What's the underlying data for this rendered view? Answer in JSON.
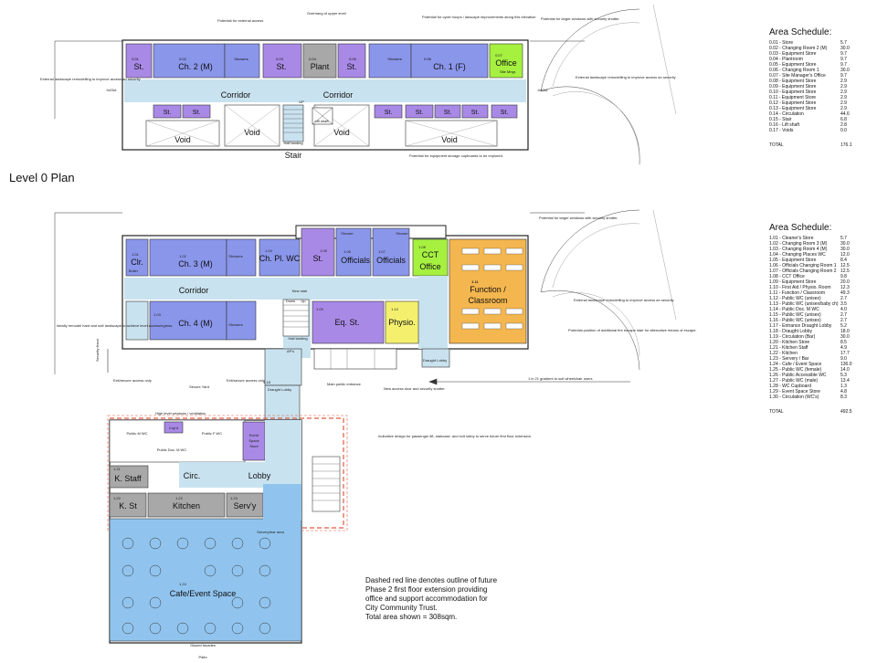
{
  "level0": {
    "title": "Level 0 Plan",
    "rooms": [
      {
        "id": "st1",
        "label": "St.",
        "num": "0.01"
      },
      {
        "id": "ch2",
        "label": "Ch. 2 (M)",
        "num": "0.02"
      },
      {
        "id": "st3",
        "label": "St.",
        "num": "0.03"
      },
      {
        "id": "plant",
        "label": "Plant",
        "num": "0.04"
      },
      {
        "id": "st5",
        "label": "St.",
        "num": "0.05"
      },
      {
        "id": "ch1",
        "label": "Ch. 1 (F)",
        "num": "0.06"
      },
      {
        "id": "office",
        "label": "Office",
        "num": "0.07",
        "sub": "Site Mngr."
      }
    ],
    "corridor_left": "Corridor",
    "corridor_right": "Corridor",
    "small_stores": [
      "St.",
      "St.",
      "St.",
      "St.",
      "St.",
      "St.",
      "St."
    ],
    "voids": [
      "Void",
      "Void",
      "Void",
      "Void"
    ],
    "stair": "Stair",
    "showers": "Showers",
    "up": "UP",
    "lift": "Lift shaft",
    "half_landing": "Half landing",
    "in_out": "In/Out",
    "notes": [
      "Potential for external access",
      "Overhang of upper level",
      "Potential for cycle hoops / lanscape improvements along this elevation",
      "Potential for larger windows with security shutter.",
      "External landscape remodelling to improve access an security",
      "External landscape remodelling to improve access an security",
      "Potential for equipment storage cupboards to be explored."
    ]
  },
  "schedule0": {
    "title": "Area Schedule:",
    "rows": [
      [
        "0.01 - Store",
        "5.7"
      ],
      [
        "0.02 - Changing Room 2 (M)",
        "30.0"
      ],
      [
        "0.03 - Equipment Store",
        "9.7"
      ],
      [
        "0.04 - Plantroom",
        "9.7"
      ],
      [
        "0.05 - Equipment Store",
        "9.7"
      ],
      [
        "0.06 - Changing Room 1",
        "30.0"
      ],
      [
        "0.07 - Site Manager's Office",
        "9.7"
      ],
      [
        "0.08 - Equipment Store",
        "2.9"
      ],
      [
        "0.09 - Equipment Store",
        "2.9"
      ],
      [
        "0.10 - Equipment Store",
        "2.9"
      ],
      [
        "0.11 - Equipment Store",
        "2.9"
      ],
      [
        "0.12 - Equipment Store",
        "2.9"
      ],
      [
        "0.13 - Equipment Store",
        "2.9"
      ],
      [
        "0.14 - Circulation",
        "44.6"
      ],
      [
        "0.15 - Stair",
        "6.8"
      ],
      [
        "0.16 - Lift shaft",
        "2.8"
      ],
      [
        "0.17 - Voids",
        "0.0"
      ]
    ],
    "total_label": "TOTAL",
    "total": "176.1"
  },
  "level1": {
    "rooms": [
      {
        "id": "clr",
        "label": "Clr.",
        "num": "1.01"
      },
      {
        "id": "ch3",
        "label": "Ch. 3 (M)",
        "num": "1.02"
      },
      {
        "id": "ch4",
        "label": "Ch. 4 (M)",
        "num": "1.03"
      },
      {
        "id": "chpl",
        "label": "Ch. Pl. WC",
        "num": "1.04"
      },
      {
        "id": "st105",
        "label": "St.",
        "num": "1.05"
      },
      {
        "id": "off1",
        "label": "Officials",
        "num": "1.06"
      },
      {
        "id": "off2",
        "label": "Officials",
        "num": "1.07"
      },
      {
        "id": "cct",
        "label": "CCT Office",
        "num": "1.08"
      },
      {
        "id": "eqst",
        "label": "Eq. St.",
        "num": "1.09"
      },
      {
        "id": "physio",
        "label": "Physio.",
        "num": "1.10"
      },
      {
        "id": "func",
        "label": "Function / Classroom",
        "num": "1.11"
      },
      {
        "id": "kstaff",
        "label": "K. Staff",
        "num": "1.21"
      },
      {
        "id": "kst",
        "label": "K. St",
        "num": "1.20"
      },
      {
        "id": "kitchen",
        "label": "Kitchen",
        "num": "1.22"
      },
      {
        "id": "servy",
        "label": "Serv'y",
        "num": "1.23"
      },
      {
        "id": "cafe",
        "label": "Cafe/Event Space",
        "num": "1.24"
      }
    ],
    "corridor": "Corridor",
    "circ": "Circ.",
    "lobby": "Lobby",
    "secure_yard": "Secure Yard",
    "draught_lobby_num": "1.18",
    "draught_lobby": "Draught Lobby",
    "draught_lobby2": "Draught Lobby",
    "new_stair": "New stair",
    "down": "Down",
    "up": "Up",
    "half_landing": "Half landing",
    "event_store": "Event Space Store",
    "cupd": "Cup'd",
    "public_m_wc": "Public M WC",
    "public_f_wc": "Public F WC",
    "public_doc": "Public Doc. M WC",
    "showers": "Showers",
    "shower": "Shower",
    "boiler": "Boiler",
    "security_fence": "Security fence",
    "servery_area": "Servery/bar area",
    "glazed": "Glazed facades",
    "patio": "Patio",
    "aps": "AP's",
    "notes": [
      "Potential for larger windows with security shutter.",
      "External landscape remodelling to improve access an security",
      "Ideally remodel hard and soft landscape to achieve level access/egress.",
      "Exit/secure access only",
      "Exit/secure access only",
      "Main public entrance",
      "New access door and security shutter.",
      "1 in 21 gradient to suit wheelchair users",
      "High level windows / ventilation",
      "Indicative design for passenger lift, staircase, and exit lobby to serve future first floor extension.",
      "Potential position of additional fire escape stair for alternative means of escape."
    ],
    "phase_note": "Dashed red line denotes outline of future\nPhase 2 first floor extension providing\noffice and support accommodation for\nCity Community Trust.\nTotal area shown = 308sqm."
  },
  "schedule1": {
    "title": "Area Schedule:",
    "rows": [
      [
        "1.01 - Cleaner's Store",
        "5.7"
      ],
      [
        "1.02 - Changing Room 3 (M)",
        "30.0"
      ],
      [
        "1.03 - Changing Room 4 (M)",
        "30.0"
      ],
      [
        "1.04 - Changing Places WC",
        "12.0"
      ],
      [
        "1.05 - Equipment Store",
        "8.4"
      ],
      [
        "1.06 - Officials Changing Room 1",
        "12.5"
      ],
      [
        "1.07 - Officials Changing Room 2",
        "12.5"
      ],
      [
        "1.08 - CCT Office",
        "9.8"
      ],
      [
        "1.09 - Equipment Store",
        "20.0"
      ],
      [
        "1.10 - First Aid / Physio. Room",
        "12.3"
      ],
      [
        "1.11 - Function / Classroom",
        "49.3"
      ],
      [
        "1.12 - Public WC (unisex)",
        "2.7"
      ],
      [
        "1.13 - Public WC (unisex/baby ch)",
        "3.5"
      ],
      [
        "1.14 - Public Doc. M WC",
        "4.0"
      ],
      [
        "1.15 - Public WC (unisex)",
        "2.7"
      ],
      [
        "1.16 - Public WC (unisex)",
        "2.7"
      ],
      [
        "1.17 - Entrance Draught Lobby",
        "5.2"
      ],
      [
        "1.18 - Draught Lobby",
        "18.0"
      ],
      [
        "1.19 - Circulation (Bar)",
        "30.0"
      ],
      [
        "1.20 - Kitchen Store",
        "8.5"
      ],
      [
        "1.21 - Kitchen Staff",
        "4.9"
      ],
      [
        "1.22 - Kitchen",
        "17.7"
      ],
      [
        "1.23 - Servery / Bar",
        "9.0"
      ],
      [
        "1.24 - Cafe / Event Space",
        "136.0"
      ],
      [
        "1.25 - Public WC (female)",
        "14.0"
      ],
      [
        "1.26 - Public Accessible WC",
        "5.3"
      ],
      [
        "1.27 - Public WC (male)",
        "13.4"
      ],
      [
        "1.28 - WC Cupboard",
        "1.3"
      ],
      [
        "1.29 - Event Space Store",
        "4.8"
      ],
      [
        "1.30 - Circulation (WC's)",
        "8.3"
      ]
    ],
    "total_label": "TOTAL",
    "total": "492.5"
  },
  "colors": {
    "purple": "#a989e6",
    "blue": "#8a96ea",
    "grey": "#a8a8a8",
    "green": "#a6f040",
    "corridor": "#c9e2ef",
    "orange": "#f4b64e",
    "yellow": "#f4f06e",
    "cafe": "#90c4ee",
    "dashed_red": "#e2593e"
  }
}
